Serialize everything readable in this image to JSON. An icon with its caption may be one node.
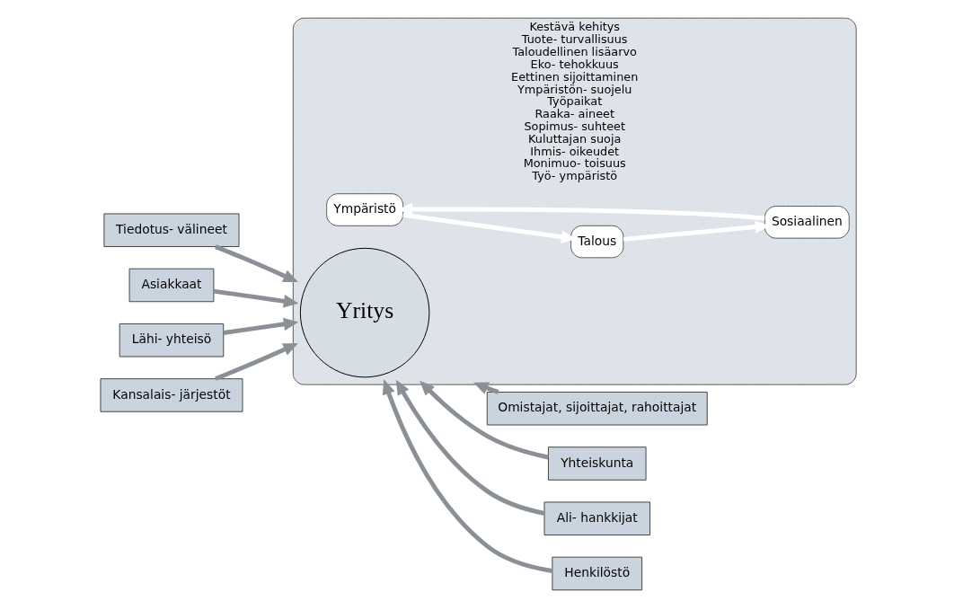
{
  "diagram": {
    "nodes": [
      {
        "text": [
          "Kestävä kehitys",
          "Tuote- turvallisuus",
          "Taloudellinen lisäarvo",
          "Eko- tehokkuus",
          "Eettinen sijoittaminen",
          "Ympäristön- suojelu",
          "Työpaikat",
          "Raaka- aineet",
          "Sopimus- suhteet",
          "Kuluttajan suoja",
          "Ihmis- oikeudet",
          "Monimuo- toisuus",
          "Työ- ympäristö"
        ]
      },
      {
        "text": [
          "Ympäristö"
        ],
        "in": 0
      },
      {
        "text": [
          "Talous"
        ],
        "in": 0
      },
      {
        "text": [
          "Sosiaalinen"
        ],
        "in": 0
      },
      {
        "text": [
          "Yritys"
        ],
        "in": 0
      },
      {
        "text": [
          "Tiedotus- välineet"
        ]
      },
      {
        "text": [
          "Omistajat, sijoittajat, rahoittajat"
        ]
      },
      {
        "text": [
          "Asiakkaat"
        ]
      },
      {
        "text": [
          "Yhteiskunta"
        ]
      },
      {
        "text": [
          "Lähi- yhteisö"
        ]
      },
      {
        "text": [
          "Ali- hankkijat"
        ]
      },
      {
        "text": [
          "Kansalais- järjestöt"
        ]
      },
      {
        "text": [
          "Henkilöstö"
        ]
      }
    ],
    "edges": [
      {
        "from": 1,
        "to": 2,
        "arrow": "to",
        "color": "#ffffff"
      },
      {
        "from": 2,
        "to": 3,
        "arrow": "to",
        "color": "#ffffff"
      },
      {
        "from": 3,
        "to": 1,
        "arrow": "to",
        "color": "#ffffff"
      },
      {
        "from": 5,
        "to": 0,
        "arrow": "to"
      },
      {
        "from": 6,
        "to": 0,
        "arrow": "to"
      },
      {
        "from": 7,
        "to": 0,
        "arrow": "to"
      },
      {
        "from": 8,
        "to": 0,
        "arrow": "to"
      },
      {
        "from": 9,
        "to": 0,
        "arrow": "to"
      },
      {
        "from": 10,
        "to": 0,
        "arrow": "to"
      },
      {
        "from": 11,
        "to": 0,
        "arrow": "to"
      },
      {
        "from": 12,
        "to": 0,
        "arrow": "to"
      }
    ]
  }
}
